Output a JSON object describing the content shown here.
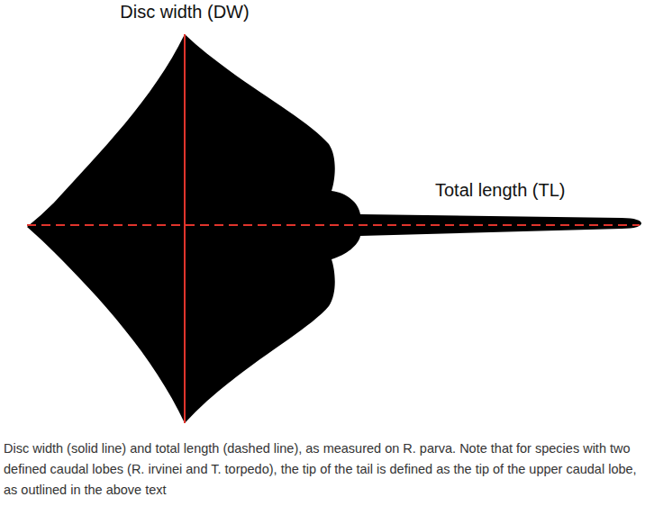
{
  "diagram": {
    "caption": "Disc width (solid line) and total length (dashed line), as measured on R. parva. Note that for species with two defined caudal lobes (R. irvinei and T. torpedo), the tip of the tail is defined as the tip of the upper caudal lobe, as outlined in the above text",
    "labels": [
      "Disc width (DW)",
      "Total length (TL)"
    ]
  }
}
